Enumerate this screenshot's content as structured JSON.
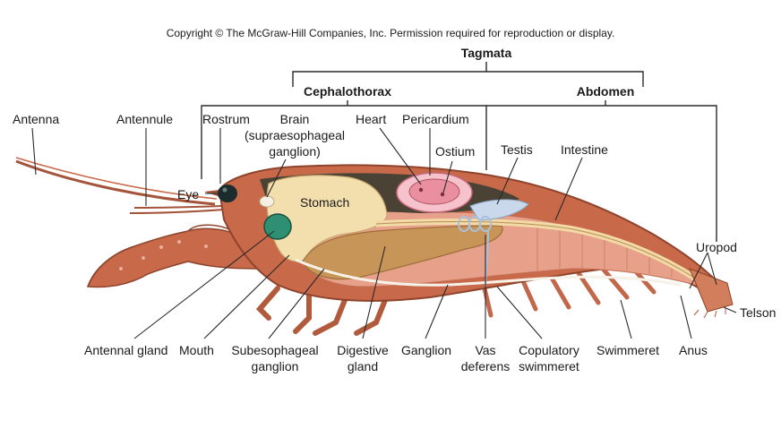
{
  "copyright": "Copyright © The McGraw-Hill Companies, Inc. Permission required for reproduction or display.",
  "tagmata": {
    "title": "Tagmata",
    "cephalothorax": "Cephalothorax",
    "abdomen": "Abdomen"
  },
  "labels": {
    "antenna": "Antenna",
    "antennule": "Antennule",
    "rostrum": "Rostrum",
    "brain_1": "Brain",
    "brain_2": "(supraesophageal",
    "brain_3": "ganglion)",
    "heart": "Heart",
    "pericardium": "Pericardium",
    "ostium": "Ostium",
    "testis": "Testis",
    "intestine": "Intestine",
    "eye": "Eye",
    "stomach": "Stomach",
    "uropod": "Uropod",
    "telson": "Telson",
    "antennal_gland": "Antennal gland",
    "mouth": "Mouth",
    "subesophageal_1": "Subesophageal",
    "subesophageal_2": "ganglion",
    "digestive_1": "Digestive",
    "digestive_2": "gland",
    "ganglion": "Ganglion",
    "vas_1": "Vas",
    "vas_2": "deferens",
    "copulatory_1": "Copulatory",
    "copulatory_2": "swimmeret",
    "swimmeret": "Swimmeret",
    "anus": "Anus"
  },
  "colors": {
    "exoskeleton": "#c8694a",
    "muscle": "#e7a08a",
    "stomach": "#f3dfae",
    "digestive_gland": "#c89558",
    "heart": "#e98fa0",
    "eye": "#1c2c2c",
    "antennal_gland": "#2f8f73",
    "vas": "#b9cde4"
  }
}
